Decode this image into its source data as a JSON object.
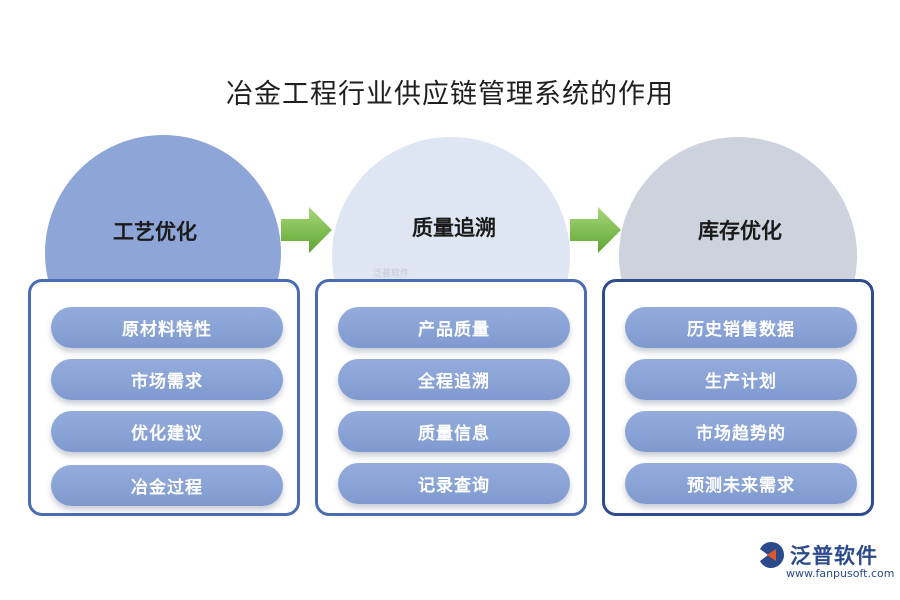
{
  "title": "冶金工程行业供应链管理系统的作用",
  "columns": [
    {
      "heading": "工艺优化",
      "items": [
        "原材料特性",
        "市场需求",
        "优化建议",
        "冶金过程"
      ]
    },
    {
      "heading": "质量追溯",
      "items": [
        "产品质量",
        "全程追溯",
        "质量信息",
        "记录查询"
      ]
    },
    {
      "heading": "库存优化",
      "items": [
        "历史销售数据",
        "生产计划",
        "市场趋势的",
        "预测未来需求"
      ]
    }
  ],
  "watermark": "泛普软件",
  "logo": {
    "brand": "泛普软件",
    "url": "www.fanpusoft.com"
  },
  "colors": {
    "circle1": "#8ea5d8",
    "circle2": "#dfe6f3",
    "circle3": "#cdd3dc",
    "panel1_border": "#4a6cb3",
    "panel2_border": "#4a6cb3",
    "panel3_border": "#2e4b8f",
    "arrow": "#7cc04a",
    "pill": "#8ea5d8"
  }
}
